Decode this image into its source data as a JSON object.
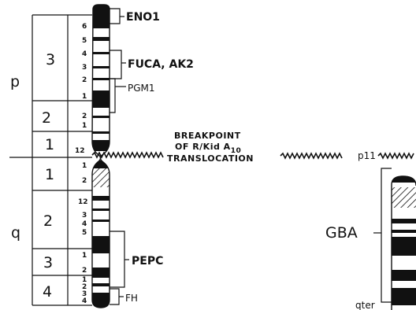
{
  "arms": {
    "p": "p",
    "q": "q"
  },
  "regions": {
    "p3": "3",
    "p2": "2",
    "p1": "1",
    "q1": "1",
    "q2": "2",
    "q3": "3",
    "q4": "4"
  },
  "bands": {
    "p36": "6",
    "p35": "5",
    "p34": "4",
    "p33": "3",
    "p32": "2",
    "p31": "1",
    "p22": "2",
    "p21": "1",
    "p12": "12",
    "q11": "1",
    "q12": "2",
    "q21": "12",
    "q23": "3",
    "q24": "4",
    "q25": "5",
    "q31": "1",
    "q32": "2",
    "q41": "1",
    "q42": "2",
    "q43": "3",
    "q44": "4"
  },
  "genes": {
    "eno1": "ENO1",
    "fuca_ak2": "FUCA, AK2",
    "pgm1": "PGM1",
    "pepc": "PEPC",
    "fh": "FH",
    "gba": "GBA"
  },
  "breakpoint": {
    "line1": "BREAKPOINT",
    "line2_prefix": "OF R/Kid A",
    "line2_sub": "10",
    "line3": "TRANSLOCATION"
  },
  "derivative": {
    "p11": "p11",
    "qter": "qter"
  },
  "colors": {
    "ink": "#111111",
    "paper": "#ffffff"
  }
}
